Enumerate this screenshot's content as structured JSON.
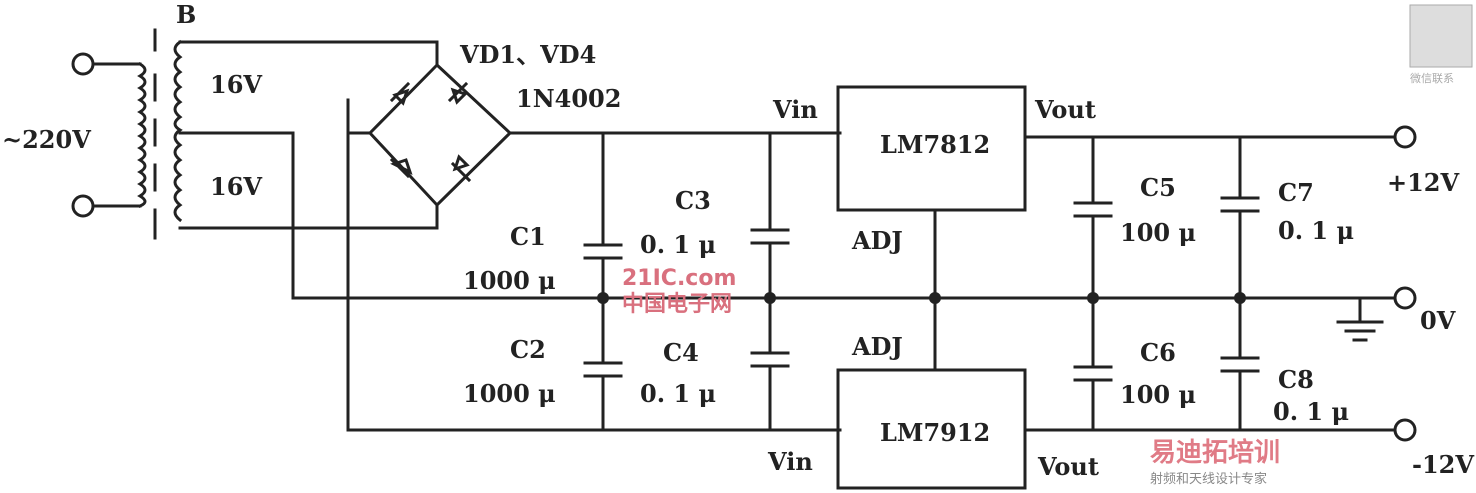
{
  "title_transformer": "B",
  "input_voltage": "~220V",
  "secondary_1": "16V",
  "secondary_2": "16V",
  "bridge_label": "VD1、VD4",
  "bridge_part": "1N4002",
  "regulator_pos": {
    "name": "LM7812",
    "vin": "Vin",
    "vout": "Vout",
    "adj": "ADJ"
  },
  "regulator_neg": {
    "name": "LM7912",
    "vin": "Vin",
    "vout": "Vout",
    "adj": "ADJ"
  },
  "capacitors": [
    {
      "name": "C1",
      "value": "1000 μ"
    },
    {
      "name": "C2",
      "value": "1000 μ"
    },
    {
      "name": "C3",
      "value": "0. 1 μ"
    },
    {
      "name": "C4",
      "value": "0. 1 μ"
    },
    {
      "name": "C5",
      "value": "100 μ"
    },
    {
      "name": "C6",
      "value": "100 μ"
    },
    {
      "name": "C7",
      "value": "0. 1 μ"
    },
    {
      "name": "C8",
      "value": "0. 1 μ"
    }
  ],
  "outputs": {
    "pos": "+12V",
    "gnd": "0V",
    "neg": "-12V"
  },
  "watermarks": {
    "center": "21IC.com 中国电子网",
    "qr_caption": "微信联系",
    "bottom_brand": "易迪拓培训",
    "bottom_sub": "射频和天线设计专家"
  }
}
